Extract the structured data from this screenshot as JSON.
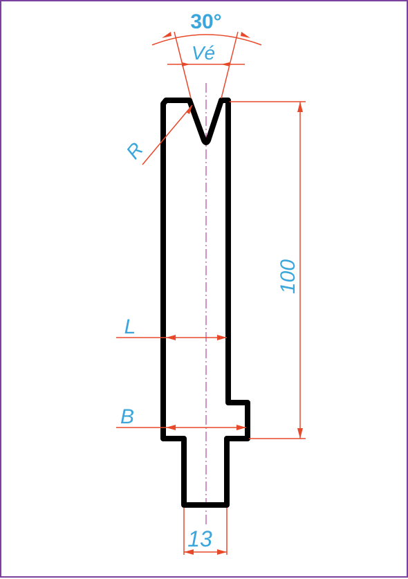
{
  "labels": {
    "angle": "30°",
    "opening": "Vé",
    "radius": "R",
    "height": "100",
    "width_l": "L",
    "width_b": "B",
    "tang": "13"
  },
  "colors": {
    "outline": "#000000",
    "dimension": "#e8482a",
    "text": "#3aa6dc",
    "centerline": "#b04aa0",
    "frame": "#7b3f9e"
  }
}
